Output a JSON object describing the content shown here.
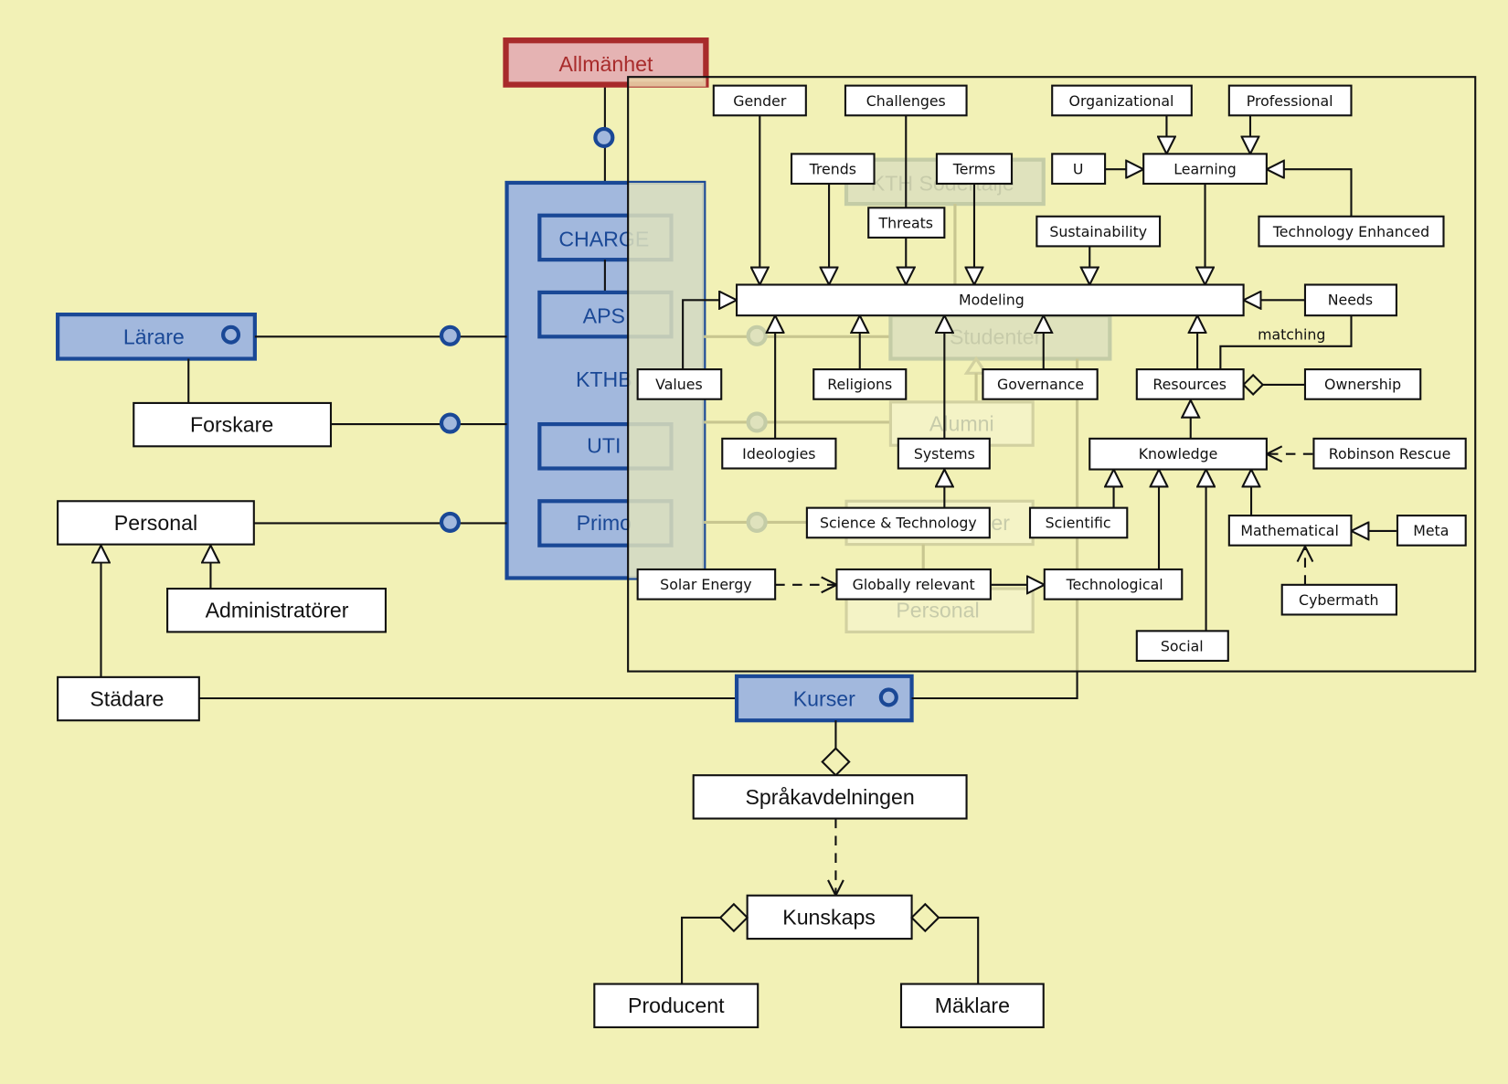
{
  "diagram": {
    "title": "Domain model diagram",
    "colors": {
      "background": "#f2f1b6",
      "interface_fill": "#a2b8dd",
      "interface_stroke": "#1a4896",
      "highlight_fill": "#e5b3b3",
      "highlight_stroke": "#a82b2b",
      "class_fill": "#ffffff",
      "line": "#111111"
    },
    "outer": {
      "allmanhet": "Allmänhet",
      "kthb": "KTHB",
      "charge": "CHARGE",
      "aps": "APS",
      "uti": "UTI",
      "primo": "Primo",
      "larare": "Lärare",
      "forskare": "Forskare",
      "personal": "Personal",
      "administratorer": "Administratörer",
      "stadare": "Städare",
      "kurser": "Kurser",
      "sprakavdelningen": "Språkavdelningen",
      "kunskaps": "Kunskaps",
      "producent": "Producent",
      "maklare": "Mäklare"
    },
    "ghost": {
      "kth_sodertalje": "KTH Södertälje",
      "studenter": "Studenter",
      "alumni": "Alumni",
      "forskar_partial": "Forskar",
      "personal": "Personal"
    },
    "inner": {
      "gender": "Gender",
      "challenges": "Challenges",
      "organizational": "Organizational",
      "professional": "Professional",
      "trends": "Trends",
      "terms": "Terms",
      "u": "U",
      "learning": "Learning",
      "threats": "Threats",
      "sustainability": "Sustainability",
      "technology_enhanced": "Technology Enhanced",
      "modeling": "Modeling",
      "needs": "Needs",
      "matching": "matching",
      "values": "Values",
      "religions": "Religions",
      "governance": "Governance",
      "resources": "Resources",
      "ownership": "Ownership",
      "ideologies": "Ideologies",
      "systems": "Systems",
      "knowledge": "Knowledge",
      "robinson_rescue": "Robinson Rescue",
      "science_technology": "Science & Technology",
      "scientific": "Scientific",
      "mathematical": "Mathematical",
      "meta": "Meta",
      "solar_energy": "Solar Energy",
      "globally_relevant": "Globally relevant",
      "technological": "Technological",
      "cybermath": "Cybermath",
      "social": "Social"
    }
  }
}
